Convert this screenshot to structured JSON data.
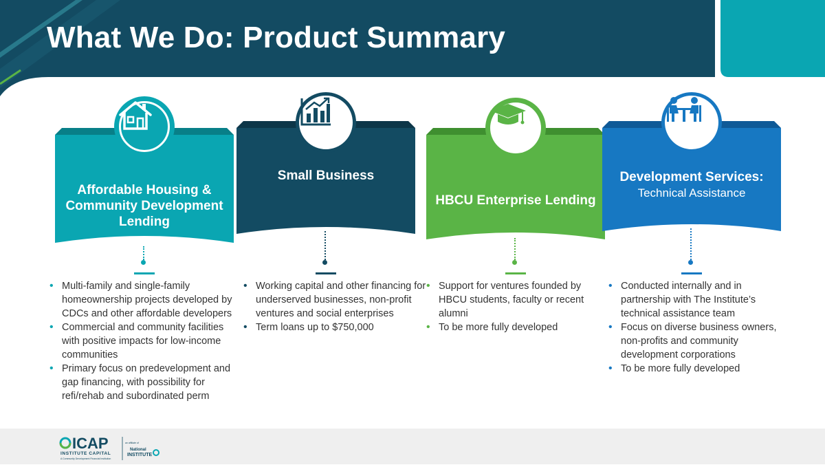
{
  "title": "What We Do: Product Summary",
  "cards": [
    {
      "title": "Affordable Housing & Community Development Lending",
      "subtitle": "",
      "icon": "house-icon",
      "color": "#0aa6b2",
      "bullets": [
        "Multi-family and single-family homeownership projects developed by CDCs and other affordable developers",
        "Commercial and community facilities with positive impacts for low-income communities",
        "Primary focus on predevelopment and gap financing, with possibility for refi/rehab and subordinated perm"
      ]
    },
    {
      "title": "Small Business",
      "subtitle": "",
      "icon": "bar-chart-icon",
      "color": "#134b62",
      "bullets": [
        "Working capital and other financing for underserved businesses, non-profit ventures and social enterprises",
        "Term loans up to $750,000"
      ]
    },
    {
      "title": "HBCU Enterprise Lending",
      "subtitle": "",
      "icon": "graduation-cap-icon",
      "color": "#5ab446",
      "bullets": [
        "Support for ventures founded by HBCU students, faculty or recent alumni",
        "To be more fully developed"
      ]
    },
    {
      "title": "Development Services:",
      "subtitle": "Technical Assistance",
      "icon": "meeting-icon",
      "color": "#1778c2",
      "bullets": [
        "Conducted internally and in partnership with The Institute’s technical assistance team",
        "Focus on diverse business owners, non-profits and community development corporations",
        "To be more fully developed"
      ]
    }
  ],
  "footer": {
    "logo_text": "ICAP",
    "logo_sub1": "INSTITUTE CAPITAL",
    "logo_sub2": "A Community Development Financial Institution",
    "affiliate_top": "an affiliate of",
    "affiliate_name1": "National",
    "affiliate_name2": "INSTITUTE"
  }
}
